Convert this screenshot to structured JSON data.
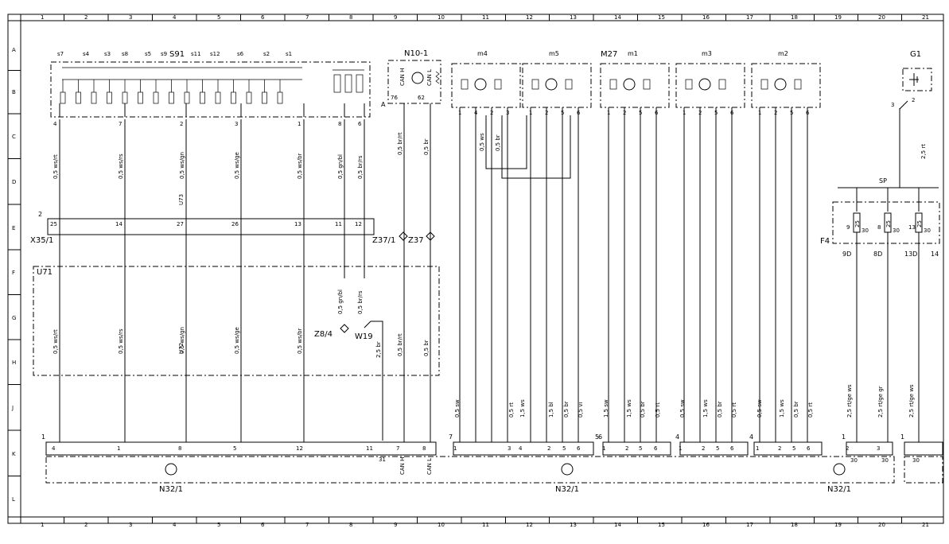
{
  "columns": [
    "1",
    "2",
    "3",
    "4",
    "5",
    "6",
    "7",
    "8",
    "9",
    "10",
    "11",
    "12",
    "13",
    "14",
    "15",
    "16",
    "17",
    "18",
    "19",
    "20",
    "21"
  ],
  "rows": [
    "A",
    "B",
    "C",
    "D",
    "E",
    "F",
    "G",
    "H",
    "J",
    "K",
    "L"
  ],
  "top": {
    "s91": {
      "label": "S91",
      "switches": [
        "s7",
        "s4",
        "s3",
        "s8",
        "s5",
        "s9",
        "s11",
        "s12",
        "s6",
        "s2",
        "s1"
      ],
      "pins": [
        "4",
        "7",
        "2",
        "3",
        "1",
        "8",
        "6"
      ]
    },
    "n10": {
      "label": "N10-1",
      "can_h": "CAN H",
      "can_l": "CAN L",
      "pin_a": "76",
      "pin_b": "62",
      "side": "A"
    },
    "motors": [
      {
        "label": "m4",
        "pins": [
          "1",
          "4",
          "2",
          "3"
        ]
      },
      {
        "label": "m5",
        "pins": [
          "1",
          "2",
          "5",
          "6"
        ]
      },
      {
        "label": "m1",
        "pins": [
          "1",
          "2",
          "5",
          "6"
        ]
      },
      {
        "label": "m3",
        "pins": [
          "1",
          "2",
          "5",
          "6"
        ]
      },
      {
        "label": "m2",
        "pins": [
          "1",
          "2",
          "5",
          "6"
        ]
      }
    ],
    "m27": "M27",
    "g1": {
      "label": "G1",
      "pin3": "3",
      "pin2": "2"
    }
  },
  "wires": {
    "s91": [
      "0,5 ws/rt",
      "0,5 ws/rs",
      "0,5 ws/gn",
      "0,5 ws/ge",
      "0,5 ws/br",
      "0,5 gn/bl",
      "0,5 br/rs"
    ],
    "lower": [
      "0,5 ws/rt",
      "0,5 ws/rs",
      "0,5 ws/gn",
      "0,5 ws/ge",
      "0,5 ws/br"
    ],
    "n10": [
      "0,5 br/rt",
      "0,5 br"
    ],
    "n10_lower": [
      "0,5 br/rt",
      "0,5 br"
    ],
    "m4_mid": [
      "0,5 ws",
      "0,5 br"
    ],
    "u73": "U73",
    "u72": "U72",
    "x2_w": "2,5 br",
    "g1_w": "2,5 rt",
    "z8_w": [
      "0,5 gn/bl",
      "0,5 br/rs"
    ],
    "bottom": [
      "0,5 sw",
      "0,5 rt",
      "1,5 ws",
      "1,5 bl",
      "0,5 br",
      "0,5 vi",
      "1,5 sw",
      "1,5 ws",
      "0,5 br",
      "0,5 rt",
      "0,5 sw",
      "1,5 ws",
      "0,5 br",
      "0,5 rt",
      "0,5 sw",
      "1,5 ws",
      "0,5 br",
      "0,5 rt",
      "2,5 rt/ge ws",
      "2,5 rt/ge gr",
      "2,5 rt/ge ws"
    ]
  },
  "x35": {
    "label": "X35/1",
    "num": "2",
    "pins": [
      "25",
      "14",
      "27",
      "26",
      "13",
      "11",
      "12"
    ],
    "z37_1": "Z37/1"
  },
  "z37": "Z37",
  "u71": "U71",
  "z8": "Z8/4",
  "w19": "W19",
  "sp": "SP",
  "f4": {
    "label": "F4",
    "fuses": [
      {
        "top": "9",
        "val": "25",
        "out": "30",
        "name": "9D"
      },
      {
        "top": "8",
        "val": "25",
        "out": "30",
        "name": "8D"
      },
      {
        "top": "13",
        "val": "25",
        "out": "30",
        "name": "13D"
      }
    ],
    "edge": "14"
  },
  "bottom": {
    "n32": "N32/1",
    "can_h": "CAN H",
    "can_l": "CAN L",
    "block1_num": "1",
    "block1_pins": [
      "4",
      "1",
      "8",
      "5",
      "12",
      "11",
      "7",
      "8"
    ],
    "b1_extra": "31",
    "block2_num": "7",
    "block2_pins": [
      "1",
      "3",
      "4",
      "2",
      "5",
      "6"
    ],
    "block2_end": "5",
    "block3_num": "6",
    "block3_pins": [
      "1",
      "2",
      "5",
      "6"
    ],
    "block4_num": "4",
    "block4_pins": [
      "1",
      "2",
      "5",
      "6"
    ],
    "block5_num": "4",
    "block5_pins": [
      "1",
      "2",
      "5",
      "6"
    ],
    "block6_num": "1",
    "block6_pins": [
      "2",
      "3"
    ],
    "block6_out": [
      "30",
      "30"
    ],
    "block7_num": "1",
    "block7_out": "30"
  }
}
